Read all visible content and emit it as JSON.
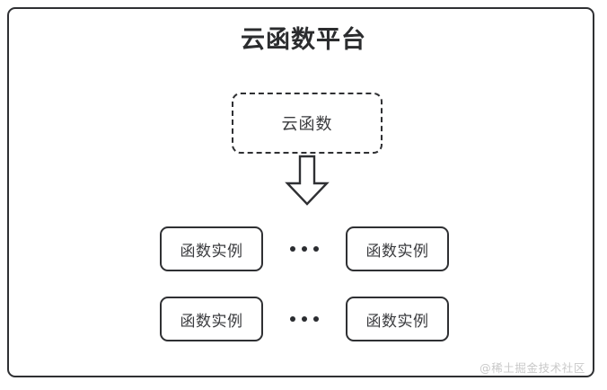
{
  "diagram": {
    "type": "block-diagram",
    "title": "云函数平台",
    "frame_label": "云函数平台",
    "cloud_function": {
      "label": "云函数",
      "border_style": "dashed"
    },
    "arrow": {
      "name": "down-block-arrow",
      "direction": "down",
      "from": "云函数",
      "to": "函数实例"
    },
    "instance_rows": [
      {
        "left": {
          "label": "函数实例"
        },
        "separator": {
          "label": "•••",
          "meaning": "ellipsis"
        },
        "right": {
          "label": "函数实例"
        }
      },
      {
        "left": {
          "label": "函数实例"
        },
        "separator": {
          "label": "•••",
          "meaning": "ellipsis"
        },
        "right": {
          "label": "函数实例"
        }
      }
    ],
    "watermark": "@稀土掘金技术社区",
    "colors": {
      "stroke": "#2f3033",
      "title_text": "#2b2c2e",
      "body_text": "#3a3b3e",
      "background": "#ffffff",
      "watermark": "#c9c9c9"
    }
  }
}
